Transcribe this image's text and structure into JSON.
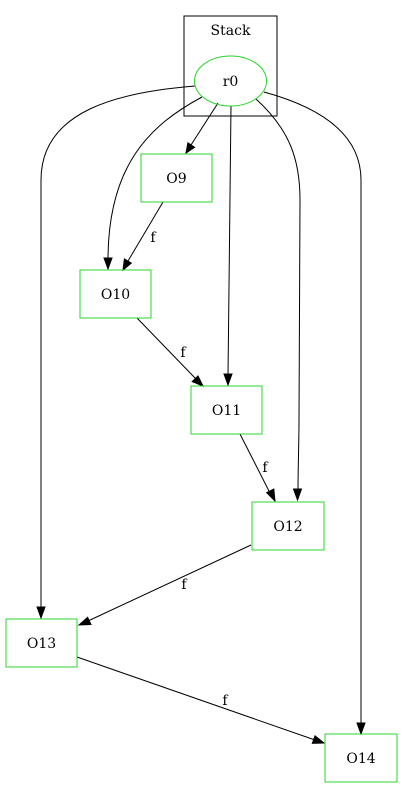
{
  "cluster": {
    "label": "Stack"
  },
  "nodes": {
    "r0": "r0",
    "O9": "O9",
    "O10": "O10",
    "O11": "O11",
    "O12": "O12",
    "O13": "O13",
    "O14": "O14"
  },
  "edge_labels": {
    "O9_O10": "f",
    "O10_O11": "f",
    "O11_O12": "f",
    "O12_O13": "f",
    "O13_O14": "f"
  },
  "colors": {
    "node_stroke": "#2bd42b",
    "edge": "#000000"
  }
}
